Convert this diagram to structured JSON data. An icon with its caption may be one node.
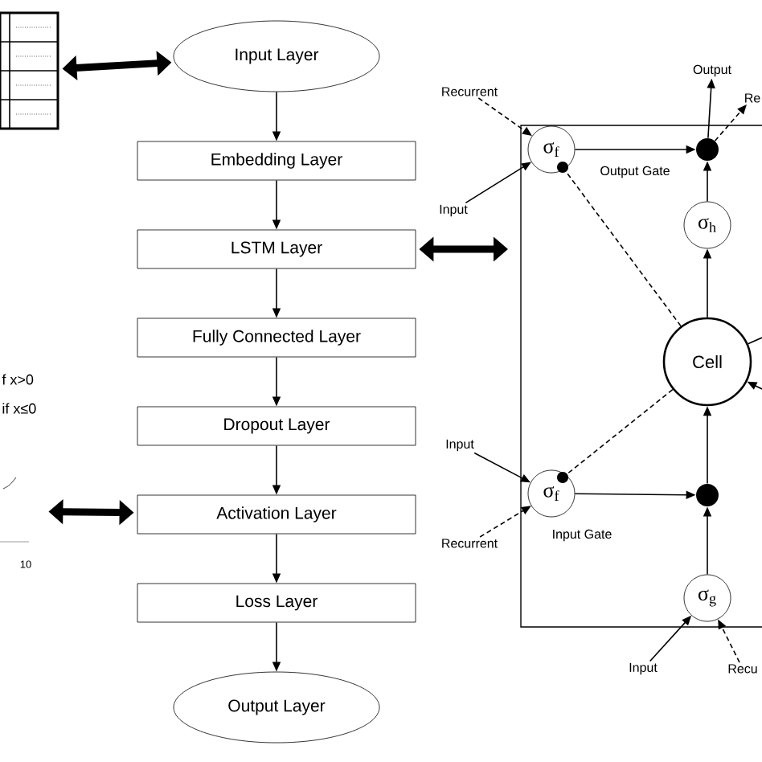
{
  "diagram": {
    "nodes": [
      {
        "text": [
          "Input Layer"
        ]
      },
      {
        "text": [
          "Embedding Layer"
        ]
      },
      {
        "text": [
          "LSTM Layer"
        ]
      },
      {
        "text": [
          "Fully Connected Layer"
        ]
      },
      {
        "text": [
          "Dropout Layer"
        ]
      },
      {
        "text": [
          "Activation Layer"
        ]
      },
      {
        "text": [
          "Loss Layer"
        ]
      },
      {
        "text": [
          "Output Layer"
        ]
      },
      {
        "text": [],
        "shape": "table"
      },
      {
        "text": [],
        "shape": "plot"
      },
      {
        "text": [
          "σ$_{f}$"
        ],
        "beside": [
          "Output Gate"
        ]
      },
      {
        "text": [
          "Recurrent"
        ]
      },
      {
        "text": [
          "Input"
        ]
      },
      {
        "text": [],
        "shape": "circle"
      },
      {
        "text": [
          "Output"
        ]
      },
      {
        "text": [
          "Re"
        ]
      },
      {
        "text": [
          "σ$_{h}$"
        ]
      },
      {
        "text": [
          "Cell"
        ]
      },
      {
        "text": [],
        "shape": "circle"
      },
      {
        "text": [
          "σ$_{f}$"
        ],
        "beside": [
          "Input Gate"
        ]
      },
      {
        "text": [
          "Input"
        ]
      },
      {
        "text": [
          "Recurrent"
        ]
      },
      {
        "text": [
          "σ$_{g}$"
        ]
      },
      {
        "text": [
          "Input"
        ]
      },
      {
        "text": [
          "Recu"
        ]
      }
    ],
    "edges": [
      {
        "from": 8,
        "to": 0,
        "arrow": "both",
        "style": "thick"
      },
      {
        "from": 0,
        "to": 1,
        "arrow": "to"
      },
      {
        "from": 1,
        "to": 2,
        "arrow": "to"
      },
      {
        "from": 2,
        "to": 3,
        "arrow": "to"
      },
      {
        "from": 3,
        "to": 4,
        "arrow": "to"
      },
      {
        "from": 4,
        "to": 5,
        "arrow": "to"
      },
      {
        "from": 5,
        "to": 6,
        "arrow": "to"
      },
      {
        "from": 6,
        "to": 7,
        "arrow": "to"
      },
      {
        "from": 2,
        "to": null,
        "arrow": "both",
        "style": "thick"
      },
      {
        "from": 5,
        "to": 9,
        "arrow": "both",
        "style": "thick"
      },
      {
        "from": 11,
        "to": 10,
        "arrow": "to",
        "style": "dashed"
      },
      {
        "from": 12,
        "to": 10,
        "arrow": "to"
      },
      {
        "from": 10,
        "to": 13,
        "arrow": "to"
      },
      {
        "from": 13,
        "to": 14,
        "arrow": "to"
      },
      {
        "from": 13,
        "to": 15,
        "arrow": "to",
        "style": "dashed"
      },
      {
        "from": 16,
        "to": 13,
        "arrow": "to"
      },
      {
        "from": 17,
        "to": 16,
        "arrow": "to"
      },
      {
        "from": 17,
        "to": 10,
        "arrow": "other",
        "style": "dashed"
      },
      {
        "from": 18,
        "to": 17,
        "arrow": "to"
      },
      {
        "from": 19,
        "to": 18,
        "arrow": "to"
      },
      {
        "from": 22,
        "to": 18,
        "arrow": "to"
      },
      {
        "from": 20,
        "to": 19,
        "arrow": "to"
      },
      {
        "from": 21,
        "to": 19,
        "arrow": "to",
        "style": "dashed"
      },
      {
        "from": 17,
        "to": 19,
        "arrow": "other",
        "style": "dashed"
      },
      {
        "from": 23,
        "to": 22,
        "arrow": "to"
      },
      {
        "from": 24,
        "to": 22,
        "arrow": "to",
        "style": "dashed"
      },
      {
        "from": 17,
        "to": null,
        "arrow": "none"
      },
      {
        "from": null,
        "to": 17,
        "arrow": "to"
      }
    ],
    "labels": [
      "f x>0",
      "if x≤0",
      "10"
    ]
  }
}
